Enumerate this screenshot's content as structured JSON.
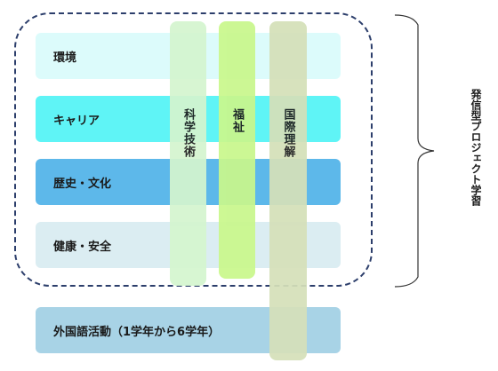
{
  "bands": [
    {
      "label": "環境",
      "color": "#dcfbfb"
    },
    {
      "label": "キャリア",
      "color": "#5ff4f6"
    },
    {
      "label": "歴史・文化",
      "color": "#5db8ea"
    },
    {
      "label": "健康・安全",
      "color": "#dbedf2"
    },
    {
      "label": "外国語活動（1学年から6学年）",
      "color": "#a8d3e6"
    }
  ],
  "columns": [
    {
      "label": "科学技術",
      "color": "#d4f5cf"
    },
    {
      "label": "福祉",
      "color": "#c9f78c"
    },
    {
      "label": "国際理解",
      "color": "#d5e0b9"
    }
  ],
  "group_label": "発信型プロジェクト学習",
  "colors": {
    "frame_border": "#2c3e6b"
  }
}
